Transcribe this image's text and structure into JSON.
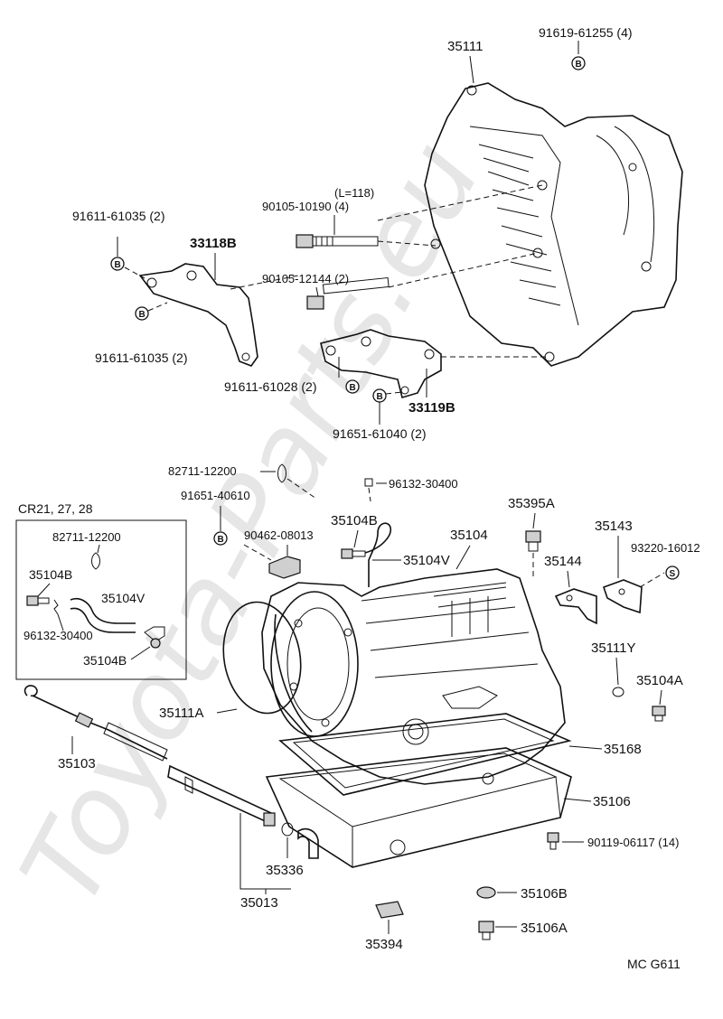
{
  "watermark": "Toyota-Parts.eu",
  "diagram_code": "MC G611",
  "inset": {
    "title": "CR21, 27, 28",
    "labels": {
      "clamp": "82711-12200",
      "plug": "35104B",
      "hose": "35104V",
      "clip": "96132-30400",
      "nipple": "35104B"
    }
  },
  "labels": {
    "housing": "35111",
    "housing_bolt": "91619-61255 (4)",
    "bolt_length": "(L=118)",
    "long_bolt": "90105-10190 (4)",
    "bracket_bolt_top": "91611-61035 (2)",
    "bracket_left": "33118B",
    "bolt_mid": "90105-12144 (2)",
    "bracket_bolt_bottom": "91611-61035 (2)",
    "bracket_right_bolt": "91611-61028 (2)",
    "bracket_right": "33119B",
    "bracket_right_bolt2": "91651-61040 (2)",
    "clamp": "82711-12200",
    "clip": "96132-30400",
    "bolt_small": "91651-40610",
    "plug_b": "35104B",
    "bracket_clip": "90462-08013",
    "transmission": "35104",
    "hose_v": "35104V",
    "sensor": "35395A",
    "bracket_a": "35143",
    "bracket_b": "35144",
    "screw": "93220-16012",
    "oring_y": "35111Y",
    "plug_a": "35104A",
    "oring_a": "35111A",
    "gasket": "35168",
    "dipstick": "35103",
    "pan": "35106",
    "pan_bolt": "90119-06117 (14)",
    "oring_tube": "35336",
    "tube": "35013",
    "magnet": "35394",
    "drain_gasket": "35106B",
    "drain_plug": "35106A"
  },
  "markers": {
    "bolt": "B",
    "screw": "S"
  }
}
